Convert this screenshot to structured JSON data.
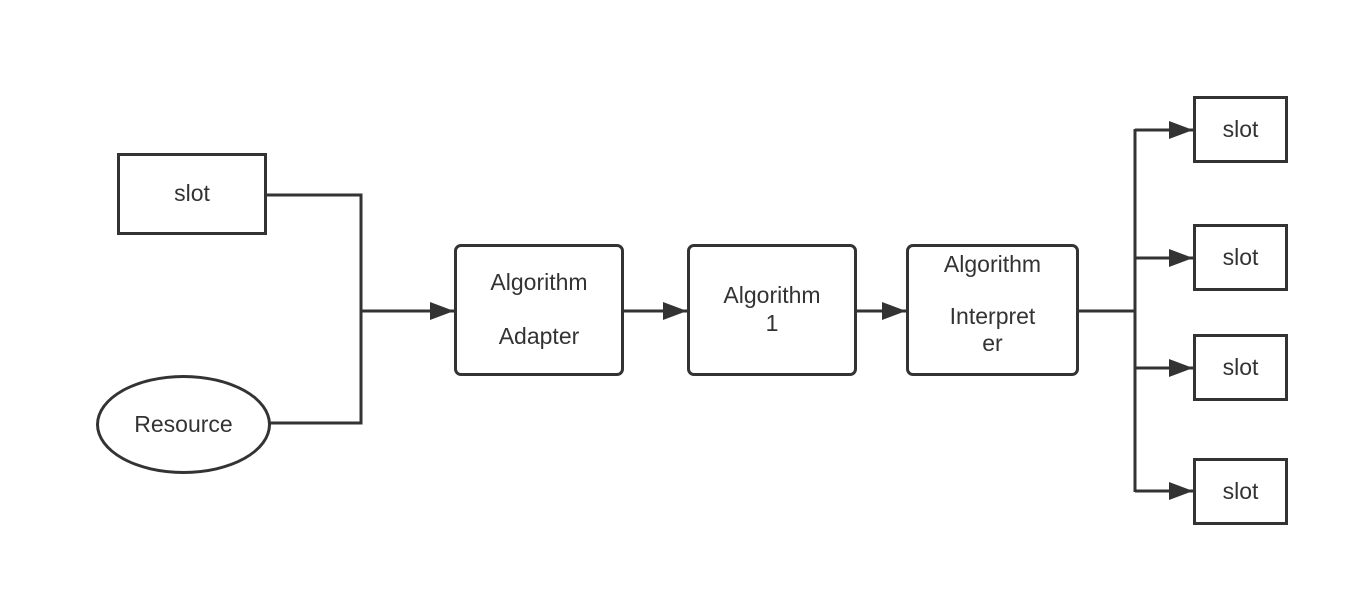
{
  "nodes": {
    "slot_left": {
      "text": "slot"
    },
    "resource": {
      "text": "Resource"
    },
    "adapter": {
      "line1": "Algorithm",
      "line2": "Adapter"
    },
    "algo1": {
      "line1": "Algorithm",
      "line2": "1"
    },
    "interpreter": {
      "line1": "Algorithm",
      "line2": "Interpret",
      "line3": "er"
    },
    "slot_out_1": {
      "text": "slot"
    },
    "slot_out_2": {
      "text": "slot"
    },
    "slot_out_3": {
      "text": "slot"
    },
    "slot_out_4": {
      "text": "slot"
    }
  },
  "edges": [
    {
      "from": "slot_left",
      "to": "adapter"
    },
    {
      "from": "resource",
      "to": "adapter"
    },
    {
      "from": "adapter",
      "to": "algo1"
    },
    {
      "from": "algo1",
      "to": "interpreter"
    },
    {
      "from": "interpreter",
      "to": "slot_out_1"
    },
    {
      "from": "interpreter",
      "to": "slot_out_2"
    },
    {
      "from": "interpreter",
      "to": "slot_out_3"
    },
    {
      "from": "interpreter",
      "to": "slot_out_4"
    }
  ],
  "colors": {
    "stroke": "#333333",
    "background": "#ffffff"
  }
}
